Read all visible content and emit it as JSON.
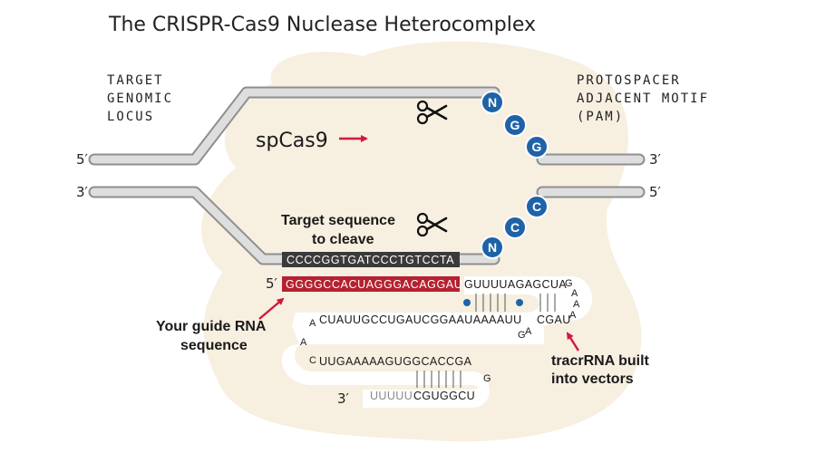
{
  "title": "The CRISPR-Cas9 Nuclease Heterocomplex",
  "labels": {
    "target_locus": [
      "TARGET",
      "GENOMIC",
      "LOCUS"
    ],
    "pam": [
      "PROTOSPACER",
      "ADJACENT MOTIF",
      "(PAM)"
    ],
    "enzyme": "spCas9",
    "target_sequence": [
      "Target sequence",
      "to cleave"
    ],
    "guide": [
      "Your guide RNA",
      "sequence"
    ],
    "tracr": [
      "tracrRNA built",
      "into vectors"
    ]
  },
  "strand_ends": {
    "top_left": "5′",
    "top_right": "3′",
    "bottom_left": "3′",
    "bottom_right": "5′",
    "guide_start": "5′",
    "rna_end": "3′"
  },
  "pam_top": [
    "N",
    "G",
    "G"
  ],
  "pam_bottom": [
    "N",
    "C",
    "C"
  ],
  "sequences": {
    "target_dna": "CCCCGGTGATCCCTGTCCTA",
    "guide_rna": "GGGGCCACUAGGGACAGGAU",
    "repeat_top": "GUUUUAGAGCUA",
    "loop_right": [
      "G",
      "A",
      "A",
      "A"
    ],
    "antirepeat": "CUAUUGCCUGAUCGGAAUAAAAUU",
    "antirepeat_end": "CGAU",
    "bulge": [
      "G",
      "A"
    ],
    "left_loop": [
      "A",
      "A",
      "C"
    ],
    "hairpin_top": "UUGAAAAAGUGGCACCGA",
    "hairpin_loop": "G",
    "tail_poly_u": "UUUUU",
    "hairpin_bottom": "CGUGGCU"
  },
  "colors": {
    "blob": "#f7efe0",
    "strand": "#c9c9c9",
    "nucleotide": "#1e63a8",
    "guide": "#b5212f",
    "target_bar": "#3a3a3a",
    "arrow": "#d0193c"
  }
}
